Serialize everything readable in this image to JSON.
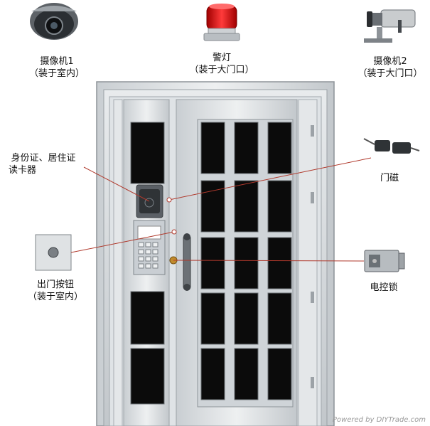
{
  "labels": {
    "camera1": {
      "name": "摄像机1",
      "note": "（装于室内）"
    },
    "warning_light": {
      "name": "警灯",
      "note": "（装于大门口）"
    },
    "camera2": {
      "name": "摄像机2",
      "note": "（装于大门口）"
    },
    "id_reader": {
      "line1": "身份证、居住证",
      "line2": "读卡器"
    },
    "door_magnet": {
      "name": "门磁"
    },
    "exit_button": {
      "name": "出门按钮",
      "note": "（装于室内）"
    },
    "electric_lock": {
      "name": "电控锁"
    }
  },
  "watermark": "Powered by DIYTrade.com",
  "colors": {
    "door_steel": "#d9dde0",
    "glass": "#0b0b0b",
    "light_red": "#e01010",
    "leader_line": "#b0392c"
  }
}
